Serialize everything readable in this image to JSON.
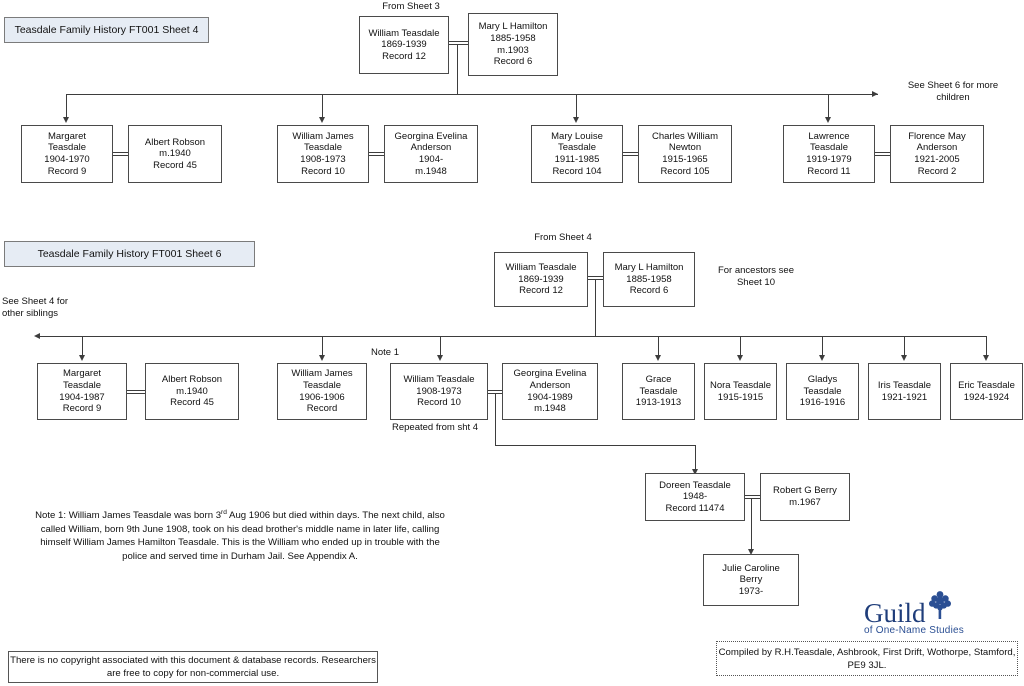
{
  "document": {
    "title": "Teasdale Family History FT001",
    "accent_banner_fill": "#e6ecf4",
    "line_color": "#3d3d3d",
    "box_border": "#4a4a4a",
    "guild_blue": "#1f3d7a"
  },
  "sheet4": {
    "banner": "Teasdale Family History FT001 Sheet 4",
    "from_label": "From Sheet 3",
    "see_more": "See Sheet 6 for more\nchildren",
    "parents": [
      {
        "lines": [
          "William Teasdale",
          "1869-1939",
          "Record 12"
        ]
      },
      {
        "lines": [
          "Mary L Hamilton",
          "1885-1958",
          "m.1903",
          "Record 6"
        ]
      }
    ],
    "children": [
      {
        "lines": [
          "Margaret",
          "Teasdale",
          "1904-1970",
          "Record 9"
        ]
      },
      {
        "lines": [
          "Albert Robson",
          "m.1940",
          "Record 45"
        ]
      },
      {
        "lines": [
          "William James",
          "Teasdale",
          "1908-1973",
          "Record 10"
        ]
      },
      {
        "lines": [
          "Georgina Evelina",
          "Anderson",
          "1904-",
          "m.1948"
        ]
      },
      {
        "lines": [
          "Mary Louise",
          "Teasdale",
          "1911-1985",
          "Record 104"
        ]
      },
      {
        "lines": [
          "Charles William",
          "Newton",
          "1915-1965",
          "Record 105"
        ]
      },
      {
        "lines": [
          "Lawrence",
          "Teasdale",
          "1919-1979",
          "Record 11"
        ]
      },
      {
        "lines": [
          "Florence May",
          "Anderson",
          "1921-2005",
          "Record 2"
        ]
      }
    ]
  },
  "sheet6": {
    "banner": "Teasdale Family History FT001 Sheet 6",
    "from_label": "From Sheet 4",
    "ancestors_label": "For ancestors see\nSheet 10",
    "see_siblings": "See Sheet 4 for\n other siblings",
    "note_marker": "Note 1",
    "repeated_label": "Repeated from sht 4",
    "parents": [
      {
        "lines": [
          "William Teasdale",
          "1869-1939",
          "Record 12"
        ]
      },
      {
        "lines": [
          "Mary L Hamilton",
          "1885-1958",
          "Record 6"
        ]
      }
    ],
    "children": [
      {
        "lines": [
          "Margaret",
          "Teasdale",
          "1904-1987",
          "Record 9"
        ]
      },
      {
        "lines": [
          "Albert Robson",
          "m.1940",
          "Record 45"
        ]
      },
      {
        "lines": [
          "William James",
          "Teasdale",
          "1906-1906",
          "Record"
        ]
      },
      {
        "lines": [
          "William Teasdale",
          "1908-1973",
          "Record 10"
        ]
      },
      {
        "lines": [
          "Georgina Evelina",
          "Anderson",
          "1904-1989",
          "m.1948"
        ]
      },
      {
        "lines": [
          "Grace",
          "Teasdale",
          "1913-1913"
        ]
      },
      {
        "lines": [
          "Nora Teasdale",
          "1915-1915"
        ]
      },
      {
        "lines": [
          "Gladys",
          "Teasdale",
          "1916-1916"
        ]
      },
      {
        "lines": [
          "Iris Teasdale",
          "1921-1921"
        ]
      },
      {
        "lines": [
          "Eric Teasdale",
          "1924-1924"
        ]
      }
    ],
    "descendants": [
      {
        "lines": [
          "Doreen Teasdale",
          "1948-",
          "Record 11474"
        ]
      },
      {
        "lines": [
          "Robert G Berry",
          "m.1967"
        ]
      },
      {
        "lines": [
          "Julie Caroline",
          "Berry",
          "1973-"
        ]
      }
    ]
  },
  "note1": {
    "part1": "Note 1: William James Teasdale was born 3",
    "sup": "rd",
    "part2": " Aug 1906 but died within days. The next child, also called William, born 9th June 1908, took on his dead brother's middle name in later life, calling himself William James Hamilton Teasdale. This is the William who ended up in trouble with the police and served time in Durham Jail. See Appendix A."
  },
  "footer": {
    "copyright": "There is no copyright associated with this document & database records. Researchers are free to copy for non-commercial use.",
    "compiled_by": "Compiled by R.H.Teasdale, Ashbrook, First Drift, Wothorpe, Stamford, PE9 3JL."
  },
  "guild": {
    "word": "Guild",
    "subtitle": "of One-Name Studies",
    "icon": "tree-icon"
  }
}
